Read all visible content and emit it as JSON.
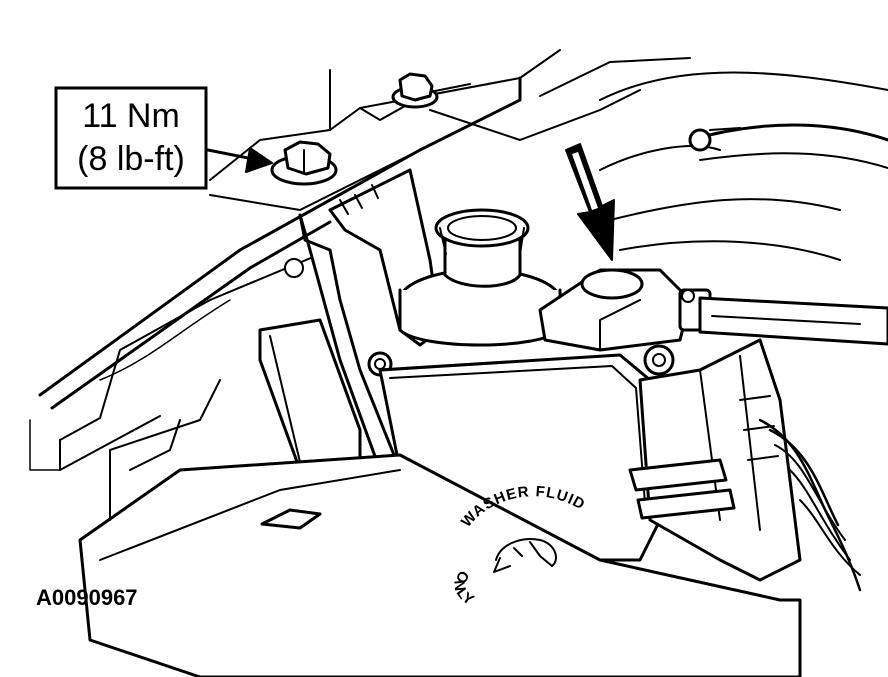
{
  "callout": {
    "torque_nm": "11 Nm",
    "torque_lbft": "(8 lb-ft)"
  },
  "figure_id": "A0090967",
  "reservoir_cap_label": {
    "top": "WASHER FLUID",
    "bottom": "ONLY"
  }
}
